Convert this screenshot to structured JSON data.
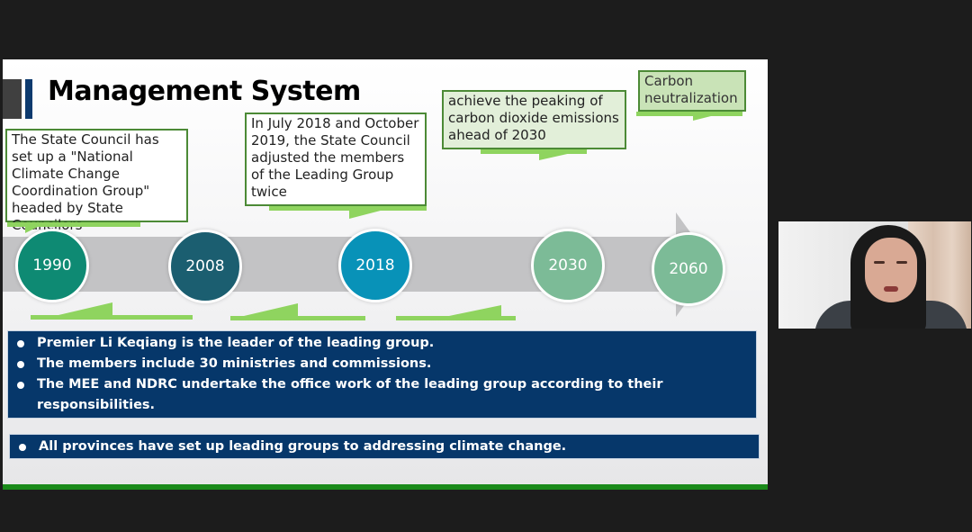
{
  "slide": {
    "title": "Management System",
    "callouts": [
      {
        "id": "1990",
        "text": "The State Council has set up a \"National Climate Change Coordination Group\" headed by State Councilors"
      },
      {
        "id": "2018",
        "text": "In July 2018 and October 2019, the State Council adjusted the members of the Leading Group twice"
      },
      {
        "id": "2030",
        "text": "achieve the peaking of carbon dioxide emissions ahead of 2030"
      },
      {
        "id": "2060",
        "text": "Carbon neutralization"
      }
    ],
    "timeline": [
      {
        "year": "1990",
        "color": "#0e8a73"
      },
      {
        "year": "2008",
        "color": "#1b5e70"
      },
      {
        "year": "2018",
        "color": "#0892b8"
      },
      {
        "year": "2030",
        "color": "#7cbb97"
      },
      {
        "year": "2060",
        "color": "#7cbb97"
      }
    ],
    "bullets_main": [
      "Premier Li Keqiang is the leader of the leading group.",
      "The members include 30 ministries and commissions.",
      "The MEE and NDRC undertake the office work of the leading group according to their responsibilities."
    ],
    "bullets_provinces": [
      "All provinces have set up leading groups to addressing climate change."
    ],
    "colors": {
      "accent_green": "#8fd45f",
      "callout_border": "#4c8a36",
      "bullet_bg": "#06376a",
      "bottom_bar": "#1a8a1a"
    }
  },
  "webcam": {
    "participant": "speaker-video"
  }
}
